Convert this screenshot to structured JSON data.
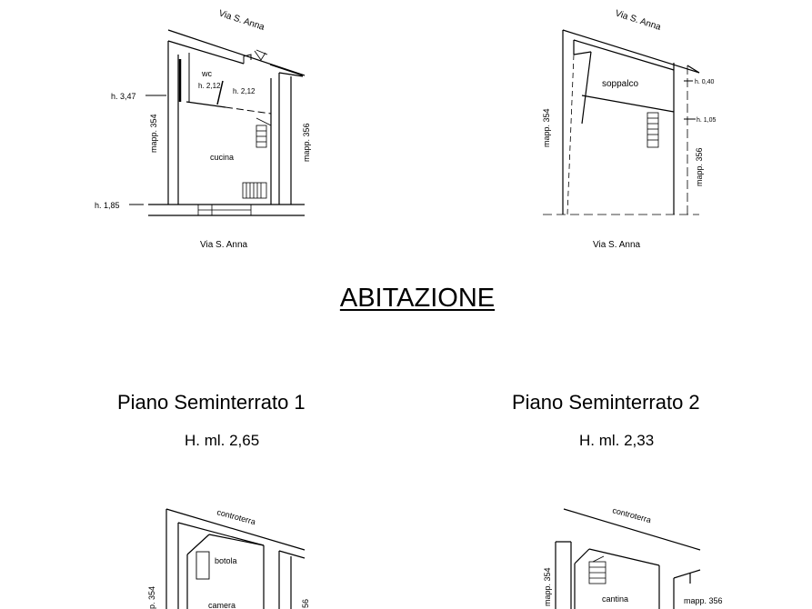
{
  "title": "ABITAZIONE",
  "plans": {
    "top_left": {
      "street_top": "Via S. Anna",
      "street_bottom": "Via S. Anna",
      "rooms": {
        "wc": "wc",
        "cucina": "cucina"
      },
      "heights": {
        "wc_h": "h. 2,12",
        "hall_h": "h. 2,12",
        "left_top": "h. 3,47",
        "left_bottom": "h. 1,85"
      },
      "mapp_left": "mapp. 354",
      "mapp_right": "mapp. 356"
    },
    "top_right": {
      "street_top": "Via S. Anna",
      "street_bottom": "Via S. Anna",
      "rooms": {
        "soppalco": "soppalco"
      },
      "heights": {
        "right_top": "h. 0,40",
        "right_mid": "h. 1,05"
      },
      "mapp_left": "mapp. 354",
      "mapp_right": "mapp. 356"
    },
    "semi1": {
      "title": "Piano Seminterrato 1",
      "height": "H. ml. 2,65",
      "street_top": "controterra",
      "rooms": {
        "botola": "botola",
        "camera": "camera"
      },
      "mapp_left": "p. 354",
      "mapp_right": "56"
    },
    "semi2": {
      "title": "Piano Seminterrato 2",
      "height": "H. ml. 2,33",
      "street_top": "controterra",
      "rooms": {
        "cantina": "cantina"
      },
      "mapp_left": "mapp. 354",
      "mapp_right": "mapp. 356"
    }
  }
}
